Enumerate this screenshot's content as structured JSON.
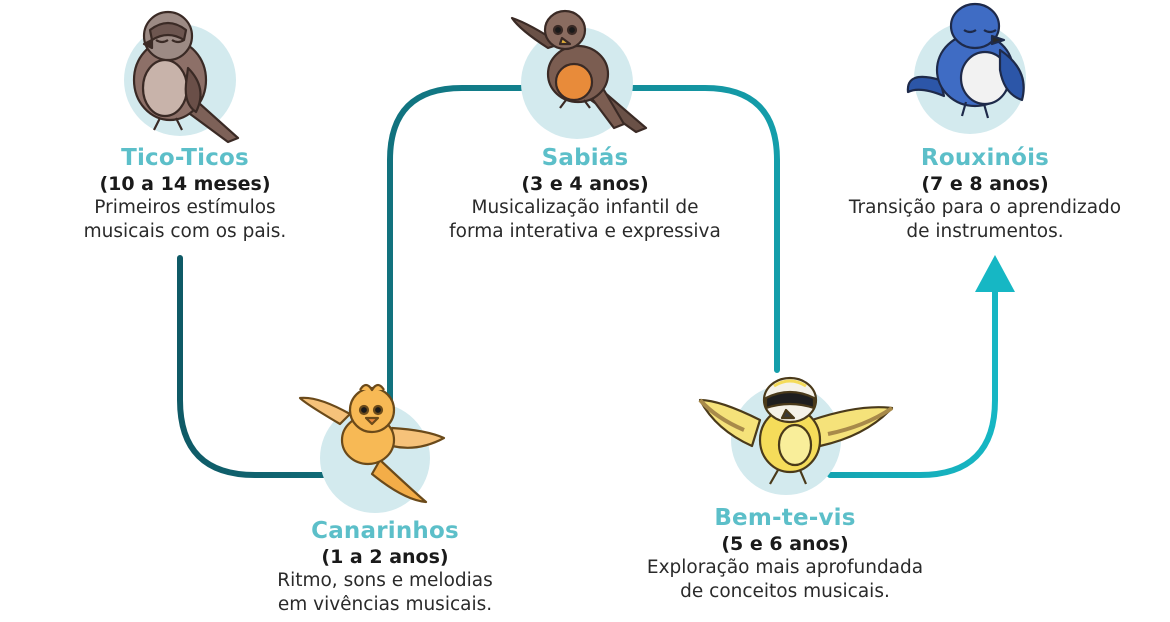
{
  "colors": {
    "title": "#5cbfc9",
    "circle": "#d3eaee",
    "path_start": "#0f5a66",
    "path_end": "#16b7c4"
  },
  "stages": [
    {
      "key": "tico",
      "title": "Tico-Ticos",
      "age": "(10 a 14 meses)",
      "desc": [
        "Primeiros estímulos",
        "musicais com os pais."
      ],
      "icon": "sparrow-icon"
    },
    {
      "key": "cana",
      "title": "Canarinhos",
      "age": "(1 a 2 anos)",
      "desc": [
        "Ritmo, sons e melodias",
        "em vivências musicais."
      ],
      "icon": "canary-icon"
    },
    {
      "key": "sabia",
      "title": "Sabiás",
      "age": "(3 e 4 anos)",
      "desc": [
        "Musicalização infantil de",
        "forma interativa e expressiva"
      ],
      "icon": "thrush-icon"
    },
    {
      "key": "bemt",
      "title": "Bem-te-vis",
      "age": "(5 e 6 anos)",
      "desc": [
        "Exploração mais aprofundada",
        "de conceitos musicais."
      ],
      "icon": "kiskadee-icon"
    },
    {
      "key": "roux",
      "title": "Rouxinóis",
      "age": "(7 e 8 anos)",
      "desc": [
        "Transição para o aprendizado",
        "de instrumentos."
      ],
      "icon": "nightingale-icon"
    }
  ]
}
